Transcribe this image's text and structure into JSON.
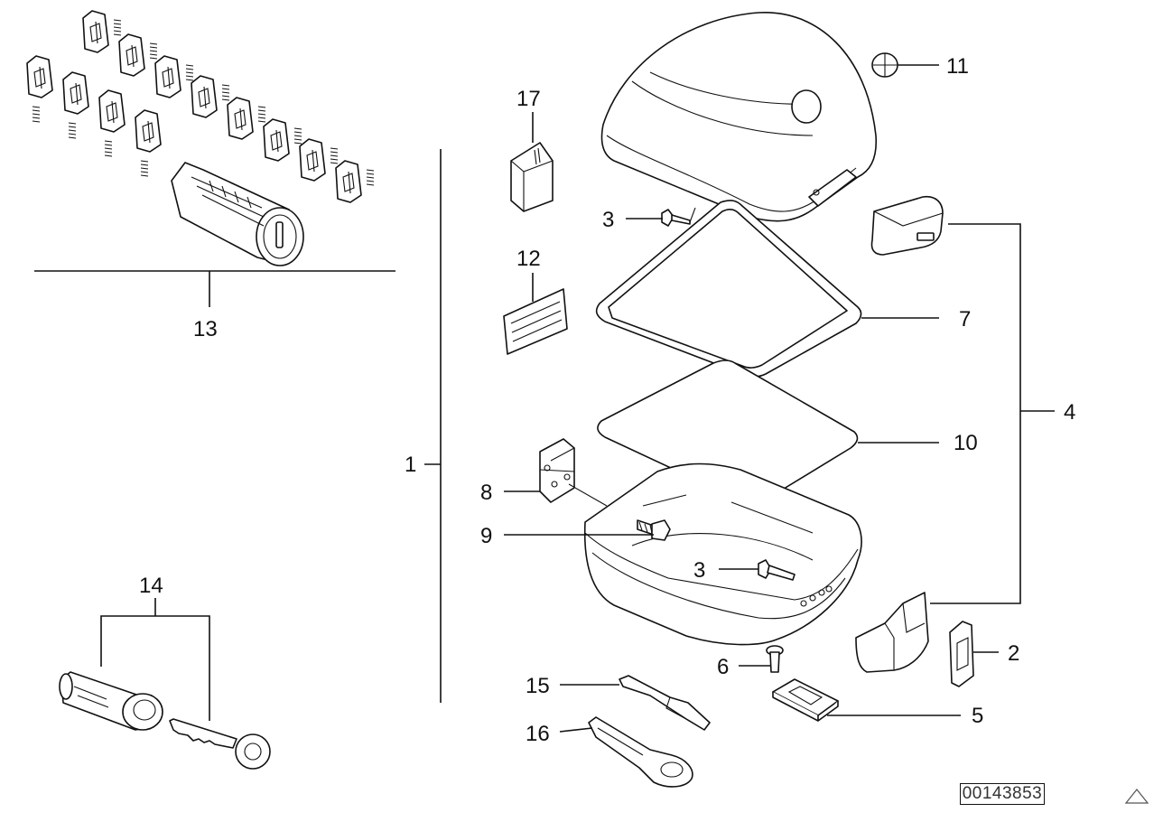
{
  "callouts": {
    "c1": "1",
    "c2": "2",
    "c3a": "3",
    "c3b": "3",
    "c4": "4",
    "c5": "5",
    "c6": "6",
    "c7": "7",
    "c8": "8",
    "c9": "9",
    "c10": "10",
    "c11": "11",
    "c12": "12",
    "c13": "13",
    "c14": "14",
    "c15": "15",
    "c16": "16",
    "c17": "17"
  },
  "reference_number": "00143853",
  "icons": {
    "corner_mark": "triangle-outline-icon"
  }
}
